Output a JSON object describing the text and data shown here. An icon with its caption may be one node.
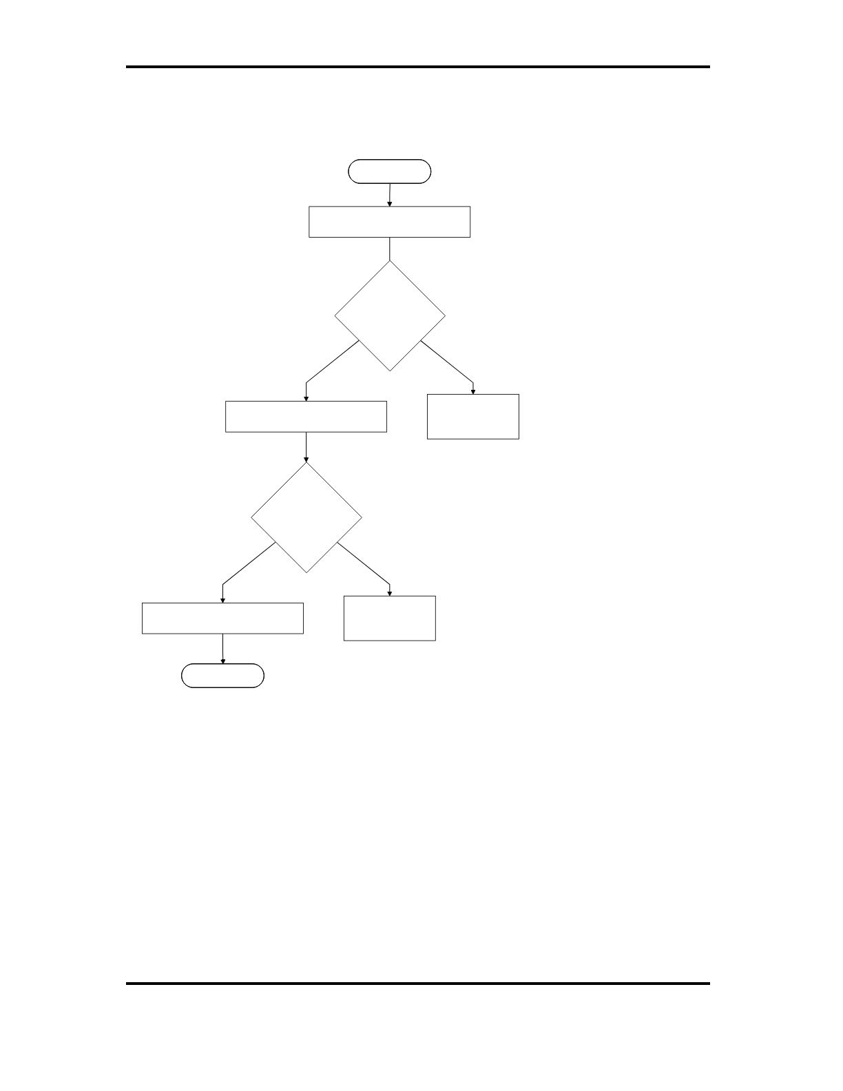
{
  "diagram": {
    "nodes": [
      {
        "text": [],
        "shape": "oval"
      },
      {
        "text": [],
        "shape": "box"
      },
      {
        "text": [],
        "shape": "diamond"
      },
      {
        "text": [],
        "shape": "box"
      },
      {
        "text": [],
        "shape": "box"
      },
      {
        "text": [],
        "shape": "diamond"
      },
      {
        "text": [],
        "shape": "box"
      },
      {
        "text": [],
        "shape": "box"
      },
      {
        "text": [],
        "shape": "oval"
      }
    ],
    "edges": [
      {
        "from": 0,
        "to": 1,
        "arrow": "to"
      },
      {
        "from": 1,
        "to": 2,
        "arrow": "none"
      },
      {
        "from": 2,
        "to": 3,
        "arrow": "to"
      },
      {
        "from": 2,
        "to": 4,
        "arrow": "to"
      },
      {
        "from": 4,
        "to": 5,
        "arrow": "to"
      },
      {
        "from": 5,
        "to": 6,
        "arrow": "to"
      },
      {
        "from": 5,
        "to": 7,
        "arrow": "to"
      },
      {
        "from": 7,
        "to": 8,
        "arrow": "to"
      }
    ]
  }
}
